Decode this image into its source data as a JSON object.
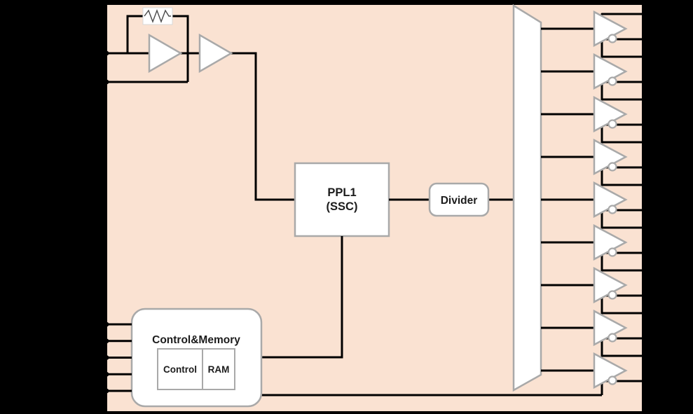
{
  "colors": {
    "background": "#000000",
    "chip_fill": "#fae2d2",
    "chip_border": "#000000",
    "block_fill": "#ffffff",
    "block_border": "#a9a9a9",
    "wire": "#000000",
    "text": "#1c1c1c"
  },
  "blocks": {
    "pll": {
      "label_line1": "PPL1",
      "label_line2": "(SSC)"
    },
    "divider": {
      "label": "Divider"
    },
    "control_memory": {
      "title": "Control&Memory",
      "control_label": "Control",
      "ram_label": "RAM"
    }
  },
  "oscillator": {
    "buffer_count": 2,
    "has_feedback_resistor": true
  },
  "pins": {
    "crystal_count": 2,
    "control_count": 5
  },
  "outputs": {
    "channel_count": 9,
    "pins_per_channel": 2,
    "inverting_bubble": true
  }
}
